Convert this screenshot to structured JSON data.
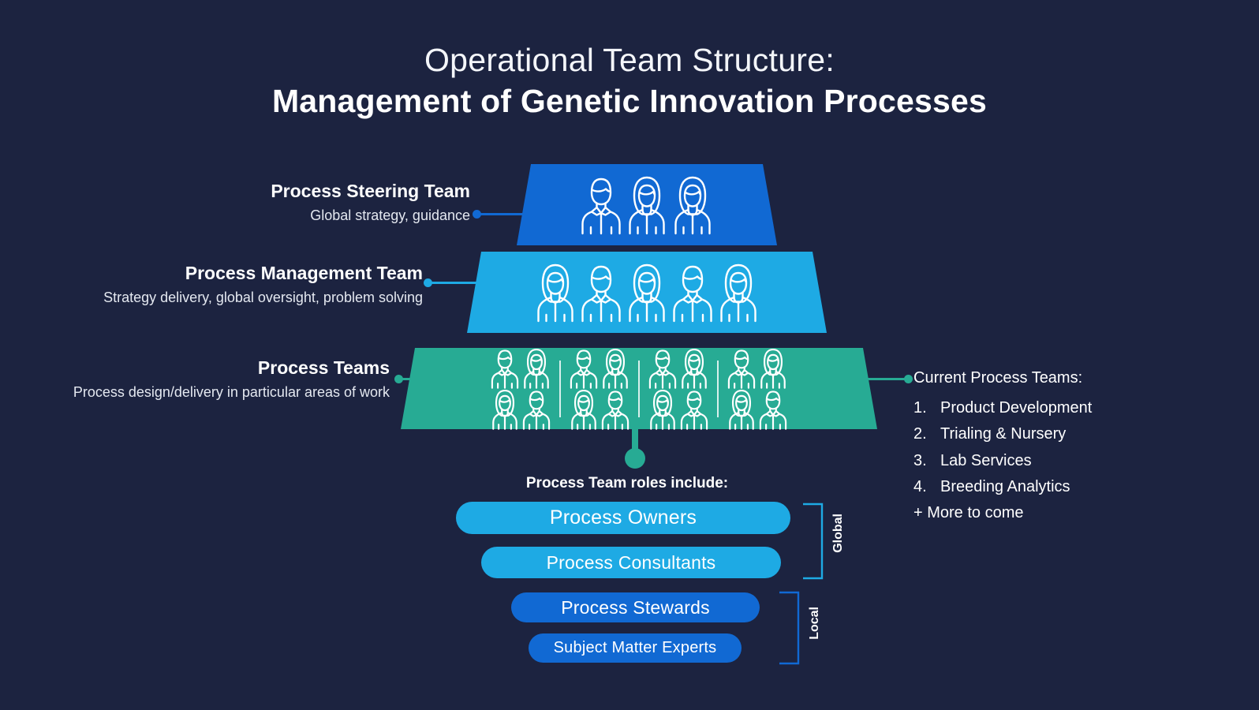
{
  "colors": {
    "background": "#1c2340",
    "tier_steering": "#1169d3",
    "tier_management": "#1eaae4",
    "tier_process_teams": "#27ab94",
    "pill_global": "#1eaae4",
    "pill_local": "#1169d3",
    "text": "#ffffff"
  },
  "header": {
    "title_line1": "Operational Team Structure:",
    "title_line2": "Management of Genetic Innovation Processes"
  },
  "pyramid": {
    "tiers": [
      {
        "name": "Process Steering Team",
        "description": "Global strategy, guidance",
        "color": "#1169d3",
        "people_count": 3,
        "people": [
          "male",
          "female",
          "female"
        ],
        "groups": 1
      },
      {
        "name": "Process Management Team",
        "description": "Strategy delivery, global oversight, problem solving",
        "color": "#1eaae4",
        "people_count": 5,
        "people": [
          "female",
          "male",
          "female",
          "male",
          "female"
        ],
        "groups": 1
      },
      {
        "name": "Process Teams",
        "description": "Process design/delivery in particular areas of work",
        "color": "#27ab94",
        "people_count": 16,
        "people": [
          "male",
          "female",
          "female",
          "male"
        ],
        "groups": 4
      }
    ]
  },
  "roles": {
    "caption": "Process Team roles include:",
    "items": [
      {
        "label": "Process Owners",
        "scope": "Global",
        "color": "#1eaae4"
      },
      {
        "label": "Process Consultants",
        "scope": "Global",
        "color": "#1eaae4"
      },
      {
        "label": "Process Stewards",
        "scope": "Local",
        "color": "#1169d3"
      },
      {
        "label": "Subject Matter Experts",
        "scope": "Local",
        "color": "#1169d3"
      }
    ],
    "brackets": [
      {
        "label": "Global",
        "color": "#1eaae4"
      },
      {
        "label": "Local",
        "color": "#1169d3"
      }
    ]
  },
  "current_teams": {
    "heading": "Current Process Teams:",
    "items": [
      {
        "num": "1.",
        "label": "Product Development"
      },
      {
        "num": "2.",
        "label": "Trialing & Nursery"
      },
      {
        "num": "3.",
        "label": "Lab Services"
      },
      {
        "num": "4.",
        "label": "Breeding Analytics"
      }
    ],
    "footer": "+ More to come"
  },
  "icons": {
    "person_male": "person-male-icon",
    "person_female": "person-female-icon",
    "connector": "connector-line-icon"
  }
}
